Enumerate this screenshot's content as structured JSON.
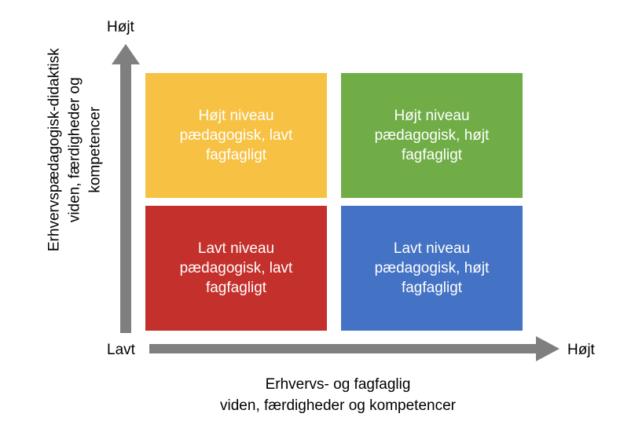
{
  "diagram": {
    "type": "2x2-matrix",
    "colors": {
      "yellow": "#F7C243",
      "green": "#70AD47",
      "red": "#C4302B",
      "blue": "#4472C4",
      "arrow_gray": "#7F7F7F",
      "label_text": "#000000",
      "quadrant_text": "#FFFFFF"
    },
    "axes": {
      "y": {
        "title_lines": [
          "Erhvervspædagogisk-didaktisk",
          "viden, færdigheder og",
          "kompetencer"
        ],
        "low_label": "Lavt",
        "high_label": "Højt"
      },
      "x": {
        "title_lines": [
          "Erhvervs- og fagfaglig",
          "viden, færdigheder og kompetencer"
        ],
        "low_label": "Lavt",
        "high_label": "Højt"
      }
    },
    "quadrants": [
      {
        "position": "top-left",
        "color": "#F7C243",
        "lines": [
          "Højt niveau",
          "pædagogisk, lavt",
          "fagfagligt"
        ],
        "text": "Højt niveau pædagogisk, lavt fagfagligt"
      },
      {
        "position": "top-right",
        "color": "#70AD47",
        "lines": [
          "Højt niveau",
          "pædagogisk, højt",
          "fagfagligt"
        ],
        "text": "Højt niveau pædagogisk, højt fagfagligt"
      },
      {
        "position": "bottom-left",
        "color": "#C4302B",
        "lines": [
          "Lavt niveau",
          "pædagogisk, lavt",
          "fagfagligt"
        ],
        "text": "Lavt niveau pædagogisk, lavt fagfagligt"
      },
      {
        "position": "bottom-right",
        "color": "#4472C4",
        "lines": [
          "Lavt niveau",
          "pædagogisk, højt",
          "fagfagligt"
        ],
        "text": "Lavt niveau pædagogisk, højt fagfagligt"
      }
    ],
    "icons": {
      "y_arrow": "arrow-up-icon",
      "x_arrow": "arrow-right-icon"
    }
  }
}
